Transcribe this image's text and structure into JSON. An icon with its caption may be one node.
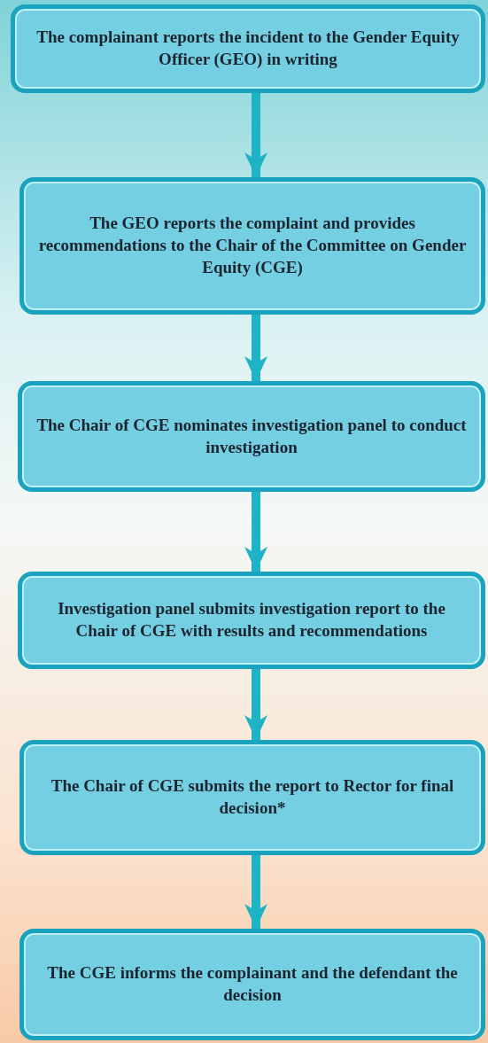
{
  "diagram": {
    "nodes": [
      {
        "text": [
          "The complainant reports the incident to the Gender Equity Officer (GEO) in writing"
        ]
      },
      {
        "text": [
          "The GEO reports the complaint and provides recommendations to the Chair of the Committee on Gender Equity (CGE)"
        ]
      },
      {
        "text": [
          "The Chair of CGE nominates investigation panel to conduct investigation"
        ]
      },
      {
        "text": [
          "Investigation panel submits investigation report to the Chair of CGE with results and recommendations"
        ]
      },
      {
        "text": [
          "The Chair of CGE submits the report to Rector for final decision*"
        ]
      },
      {
        "text": [
          "The CGE informs the complainant and the defendant the decision"
        ]
      }
    ],
    "edges": [
      {
        "from": 0,
        "to": 1,
        "arrow": "to"
      },
      {
        "from": 1,
        "to": 2,
        "arrow": "to"
      },
      {
        "from": 2,
        "to": 3,
        "arrow": "to"
      },
      {
        "from": 3,
        "to": 4,
        "arrow": "to"
      },
      {
        "from": 4,
        "to": 5,
        "arrow": "to"
      }
    ]
  }
}
